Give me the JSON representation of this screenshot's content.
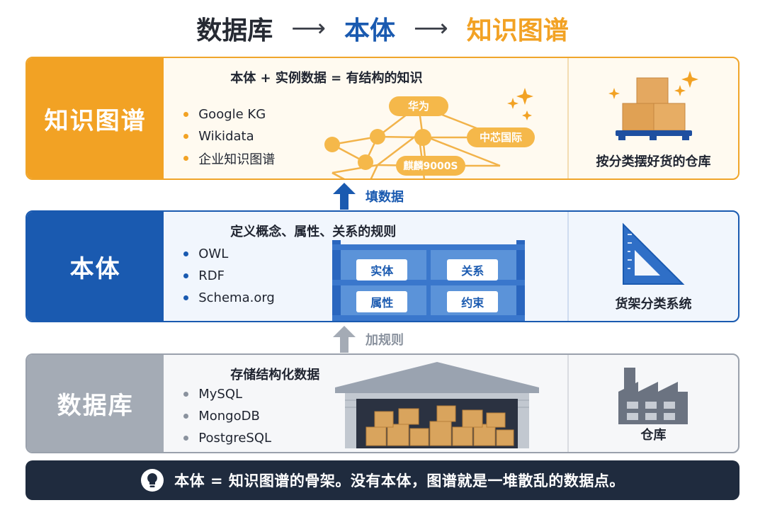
{
  "title": {
    "db": "数据库",
    "onto": "本体",
    "kg": "知识图谱",
    "arrow": "⟶",
    "colors": {
      "db": "#262a33",
      "onto": "#1a5ab0",
      "kg": "#f2a224"
    }
  },
  "kg": {
    "label": "知识图谱",
    "headline": "本体 + 实例数据 = 有结构的知识",
    "bullets": [
      "Google KG",
      "Wikidata",
      "企业知识图谱"
    ],
    "nodes": [
      "华为",
      "中芯国际",
      "麒麟9000S"
    ],
    "caption": "按分类摆好货的仓库",
    "accent": "#f2a224"
  },
  "connector_upper": {
    "label": "填数据",
    "color": "#1a5ab0"
  },
  "onto": {
    "label": "本体",
    "headline": "定义概念、属性、关系的规则",
    "bullets": [
      "OWL",
      "RDF",
      "Schema.org"
    ],
    "shelf_labels": [
      "实体",
      "关系",
      "属性",
      "约束"
    ],
    "caption": "货架分类系统",
    "accent": "#1a5ab0"
  },
  "connector_lower": {
    "label": "加规则",
    "color": "#8a929e"
  },
  "db": {
    "label": "数据库",
    "headline": "存储结构化数据",
    "bullets": [
      "MySQL",
      "MongoDB",
      "PostgreSQL"
    ],
    "caption": "仓库",
    "accent": "#8a929e"
  },
  "footer": {
    "text": "本体 = 知识图谱的骨架。没有本体，图谱就是一堆散乱的数据点。",
    "icon": "lightbulb-icon"
  }
}
